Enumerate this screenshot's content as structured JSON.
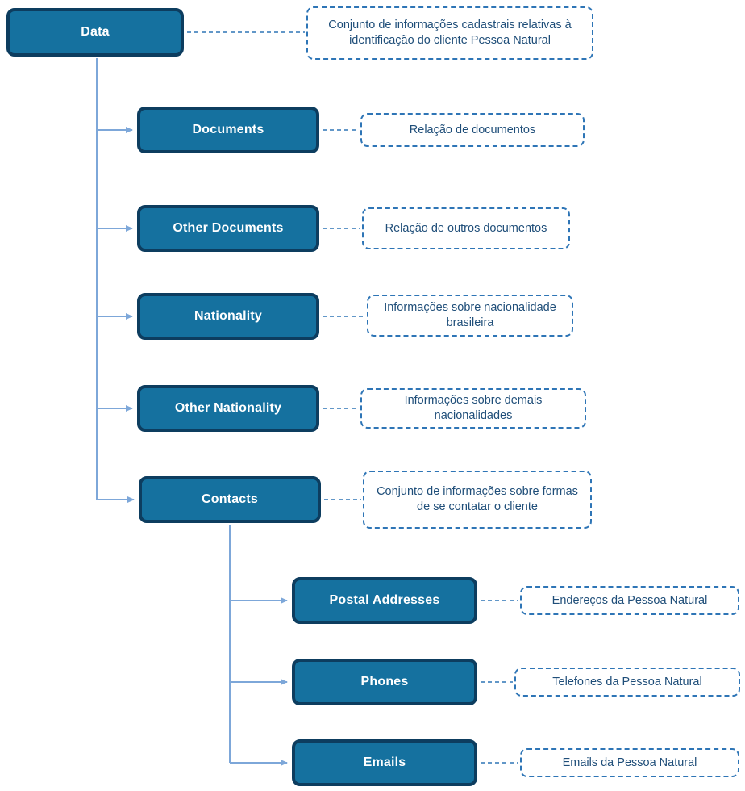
{
  "diagram": {
    "nodes": {
      "data": {
        "label": "Data",
        "desc": "Conjunto de informações cadastrais relativas à identificação do cliente Pessoa Natural"
      },
      "documents": {
        "label": "Documents",
        "desc": "Relação de documentos"
      },
      "other_documents": {
        "label": "Other Documents",
        "desc": "Relação de outros documentos"
      },
      "nationality": {
        "label": "Nationality",
        "desc": "Informações sobre nacionalidade brasileira"
      },
      "other_nationality": {
        "label": "Other Nationality",
        "desc": "Informações sobre demais nacionalidades"
      },
      "contacts": {
        "label": "Contacts",
        "desc": "Conjunto de informações sobre formas de se contatar o cliente"
      },
      "postal_addresses": {
        "label": "Postal Addresses",
        "desc": "Endereços da Pessoa Natural"
      },
      "phones": {
        "label": "Phones",
        "desc": "Telefones da Pessoa Natural"
      },
      "emails": {
        "label": "Emails",
        "desc": "Emails da Pessoa Natural"
      }
    },
    "colors": {
      "node_fill": "#15719F",
      "node_border": "#0D3D5F",
      "node_text": "#FFFFFF",
      "annotation_border": "#2E75B6",
      "annotation_text": "#1F4E79",
      "connector": "#7DA7D9"
    }
  }
}
